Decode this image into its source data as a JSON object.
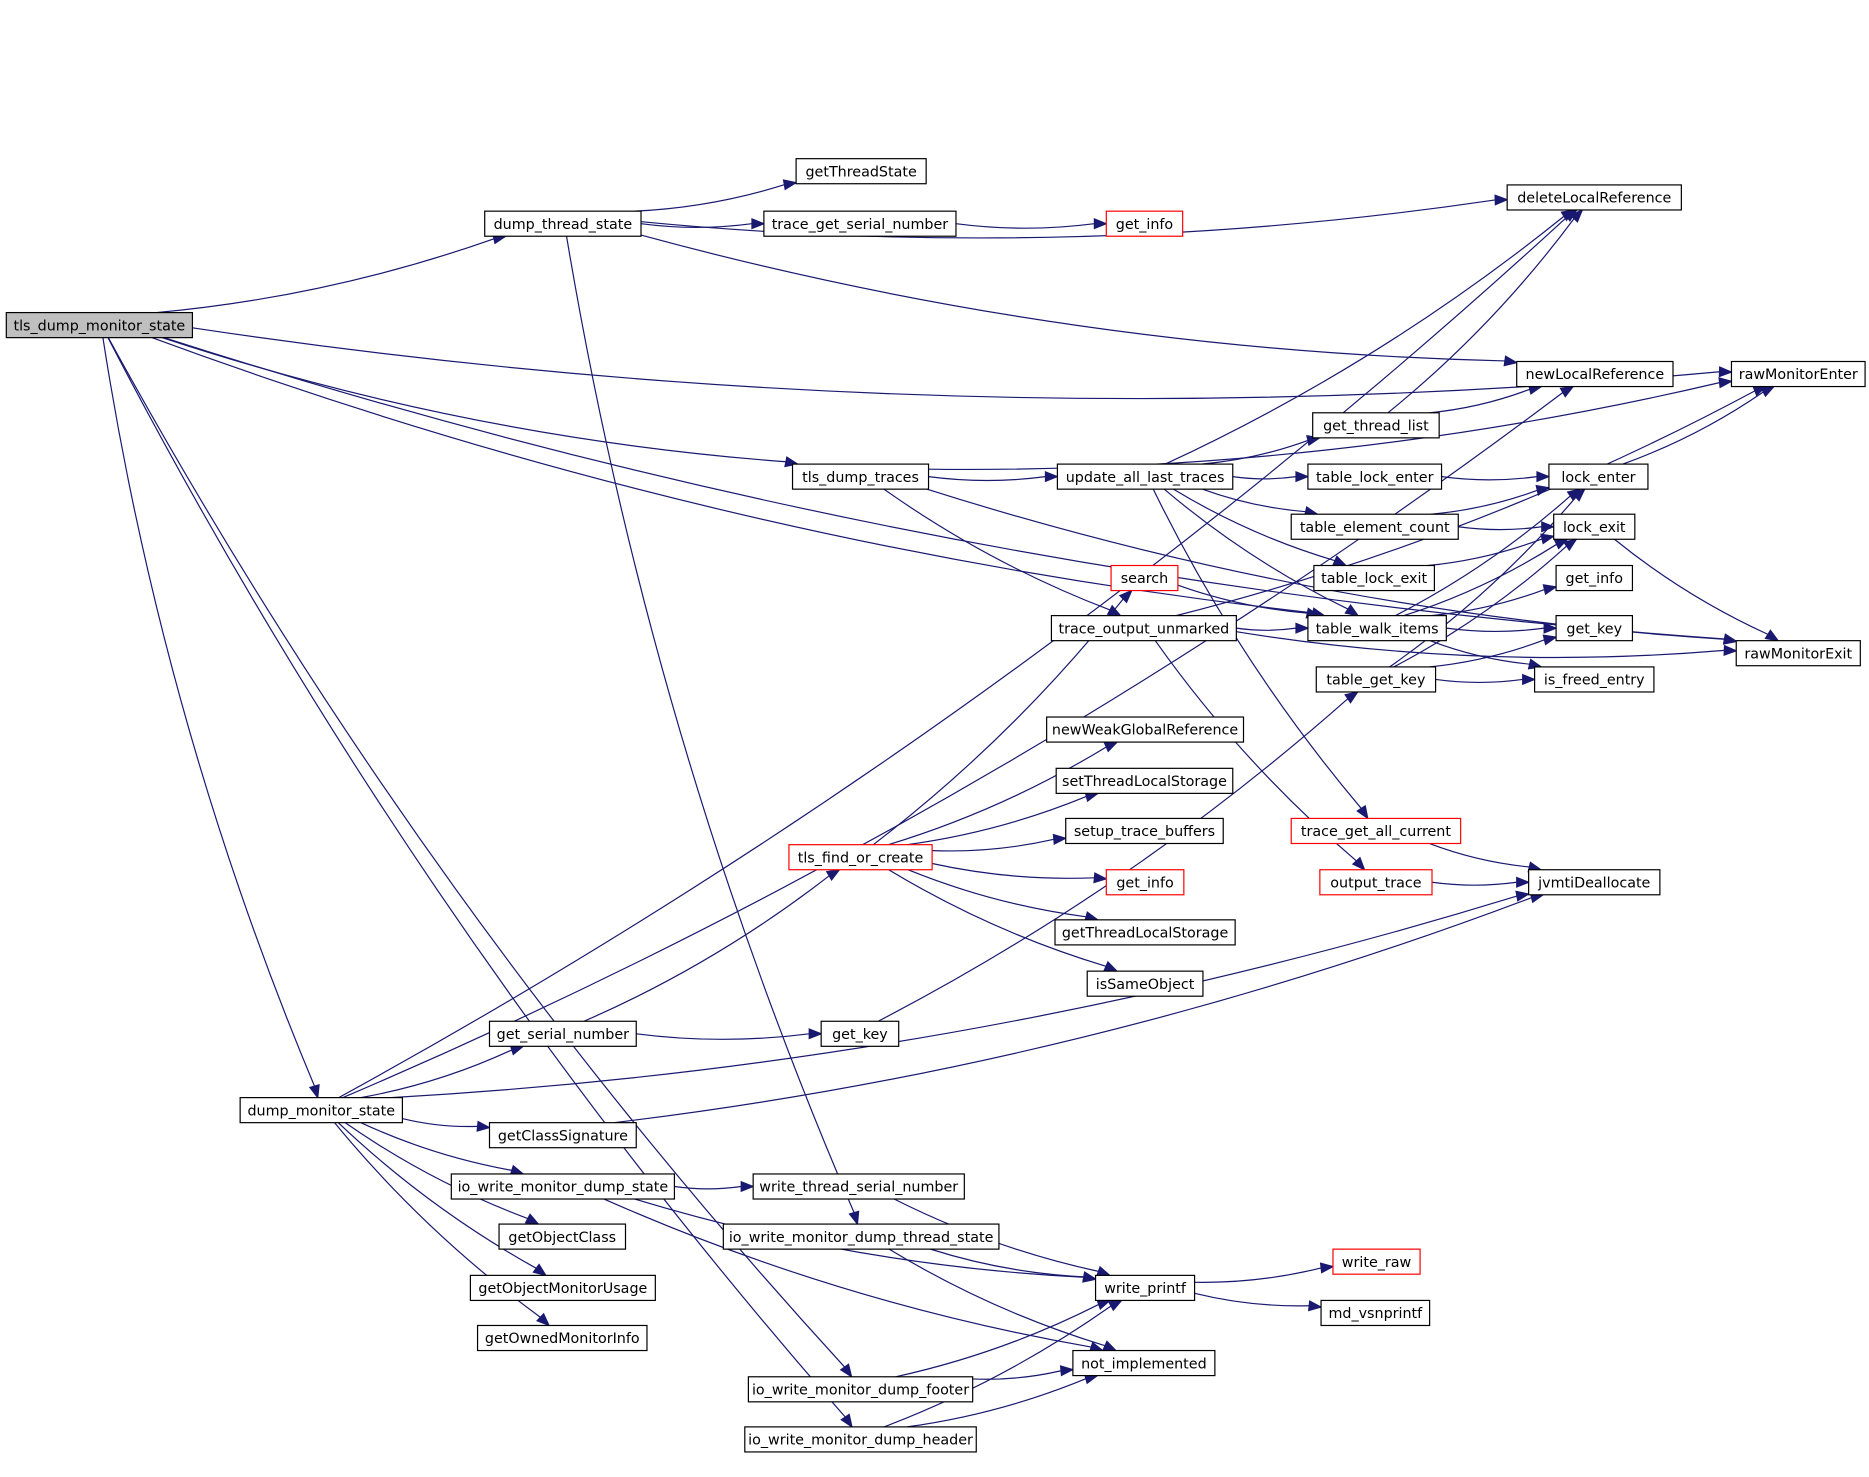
{
  "title": "tls_dump_monitor_state call graph",
  "colors": {
    "edge": "#191970",
    "root_fill": "#bfbfbf",
    "external_border": "#ff0000",
    "node_border": "#000000"
  },
  "nodes": [
    {
      "id": "tls_dump_monitor_state",
      "label": "tls_dump_monitor_state",
      "kind": "root"
    },
    {
      "id": "dump_thread_state",
      "label": "dump_thread_state",
      "kind": "normal"
    },
    {
      "id": "getThreadState",
      "label": "getThreadState",
      "kind": "normal"
    },
    {
      "id": "trace_get_serial_number",
      "label": "trace_get_serial_number",
      "kind": "normal"
    },
    {
      "id": "get_info_1",
      "label": "get_info",
      "kind": "red"
    },
    {
      "id": "deleteLocalReference",
      "label": "deleteLocalReference",
      "kind": "normal"
    },
    {
      "id": "newLocalReference",
      "label": "newLocalReference",
      "kind": "normal"
    },
    {
      "id": "rawMonitorEnter",
      "label": "rawMonitorEnter",
      "kind": "normal"
    },
    {
      "id": "get_thread_list",
      "label": "get_thread_list",
      "kind": "normal"
    },
    {
      "id": "tls_dump_traces",
      "label": "tls_dump_traces",
      "kind": "normal"
    },
    {
      "id": "update_all_last_traces",
      "label": "update_all_last_traces",
      "kind": "normal"
    },
    {
      "id": "table_lock_enter",
      "label": "table_lock_enter",
      "kind": "normal"
    },
    {
      "id": "lock_enter",
      "label": "lock_enter",
      "kind": "normal"
    },
    {
      "id": "table_element_count",
      "label": "table_element_count",
      "kind": "normal"
    },
    {
      "id": "lock_exit",
      "label": "lock_exit",
      "kind": "normal"
    },
    {
      "id": "table_lock_exit",
      "label": "table_lock_exit",
      "kind": "normal"
    },
    {
      "id": "get_info_2",
      "label": "get_info",
      "kind": "normal"
    },
    {
      "id": "search",
      "label": "search",
      "kind": "red"
    },
    {
      "id": "trace_output_unmarked",
      "label": "trace_output_unmarked",
      "kind": "normal"
    },
    {
      "id": "table_walk_items",
      "label": "table_walk_items",
      "kind": "normal"
    },
    {
      "id": "get_key_1",
      "label": "get_key",
      "kind": "normal"
    },
    {
      "id": "rawMonitorExit",
      "label": "rawMonitorExit",
      "kind": "normal"
    },
    {
      "id": "table_get_key",
      "label": "table_get_key",
      "kind": "normal"
    },
    {
      "id": "is_freed_entry",
      "label": "is_freed_entry",
      "kind": "normal"
    },
    {
      "id": "newWeakGlobalReference",
      "label": "newWeakGlobalReference",
      "kind": "normal"
    },
    {
      "id": "setThreadLocalStorage",
      "label": "setThreadLocalStorage",
      "kind": "normal"
    },
    {
      "id": "setup_trace_buffers",
      "label": "setup_trace_buffers",
      "kind": "normal"
    },
    {
      "id": "trace_get_all_current",
      "label": "trace_get_all_current",
      "kind": "red"
    },
    {
      "id": "tls_find_or_create",
      "label": "tls_find_or_create",
      "kind": "red"
    },
    {
      "id": "get_info_3",
      "label": "get_info",
      "kind": "red"
    },
    {
      "id": "output_trace",
      "label": "output_trace",
      "kind": "red"
    },
    {
      "id": "jvmtiDeallocate",
      "label": "jvmtiDeallocate",
      "kind": "normal"
    },
    {
      "id": "getThreadLocalStorage",
      "label": "getThreadLocalStorage",
      "kind": "normal"
    },
    {
      "id": "isSameObject",
      "label": "isSameObject",
      "kind": "normal"
    },
    {
      "id": "get_serial_number",
      "label": "get_serial_number",
      "kind": "normal"
    },
    {
      "id": "get_key_2",
      "label": "get_key",
      "kind": "normal"
    },
    {
      "id": "dump_monitor_state",
      "label": "dump_monitor_state",
      "kind": "normal"
    },
    {
      "id": "getClassSignature",
      "label": "getClassSignature",
      "kind": "normal"
    },
    {
      "id": "io_write_monitor_dump_state",
      "label": "io_write_monitor_dump_state",
      "kind": "normal"
    },
    {
      "id": "write_thread_serial_number",
      "label": "write_thread_serial_number",
      "kind": "normal"
    },
    {
      "id": "getObjectClass",
      "label": "getObjectClass",
      "kind": "normal"
    },
    {
      "id": "io_write_monitor_dump_thread_state",
      "label": "io_write_monitor_dump_thread_state",
      "kind": "normal"
    },
    {
      "id": "write_raw",
      "label": "write_raw",
      "kind": "red"
    },
    {
      "id": "getObjectMonitorUsage",
      "label": "getObjectMonitorUsage",
      "kind": "normal"
    },
    {
      "id": "write_printf",
      "label": "write_printf",
      "kind": "normal"
    },
    {
      "id": "md_vsnprintf",
      "label": "md_vsnprintf",
      "kind": "normal"
    },
    {
      "id": "getOwnedMonitorInfo",
      "label": "getOwnedMonitorInfo",
      "kind": "normal"
    },
    {
      "id": "not_implemented",
      "label": "not_implemented",
      "kind": "normal"
    },
    {
      "id": "io_write_monitor_dump_footer",
      "label": "io_write_monitor_dump_footer",
      "kind": "normal"
    },
    {
      "id": "io_write_monitor_dump_header",
      "label": "io_write_monitor_dump_header",
      "kind": "normal"
    }
  ],
  "edges": [
    [
      "tls_dump_monitor_state",
      "rawMonitorEnter"
    ],
    [
      "tls_dump_monitor_state",
      "rawMonitorExit"
    ],
    [
      "tls_dump_monitor_state",
      "dump_thread_state"
    ],
    [
      "tls_dump_monitor_state",
      "tls_dump_traces"
    ],
    [
      "tls_dump_monitor_state",
      "table_walk_items"
    ],
    [
      "tls_dump_monitor_state",
      "dump_monitor_state"
    ],
    [
      "tls_dump_monitor_state",
      "io_write_monitor_dump_footer"
    ],
    [
      "tls_dump_monitor_state",
      "io_write_monitor_dump_header"
    ],
    [
      "dump_thread_state",
      "deleteLocalReference"
    ],
    [
      "dump_thread_state",
      "getThreadState"
    ],
    [
      "dump_thread_state",
      "trace_get_serial_number"
    ],
    [
      "dump_thread_state",
      "newLocalReference"
    ],
    [
      "dump_thread_state",
      "io_write_monitor_dump_thread_state"
    ],
    [
      "trace_get_serial_number",
      "get_info_1"
    ],
    [
      "tls_dump_traces",
      "rawMonitorEnter"
    ],
    [
      "tls_dump_traces",
      "update_all_last_traces"
    ],
    [
      "tls_dump_traces",
      "trace_output_unmarked"
    ],
    [
      "tls_dump_traces",
      "rawMonitorExit"
    ],
    [
      "update_all_last_traces",
      "deleteLocalReference"
    ],
    [
      "update_all_last_traces",
      "get_thread_list"
    ],
    [
      "update_all_last_traces",
      "table_lock_enter"
    ],
    [
      "update_all_last_traces",
      "table_element_count"
    ],
    [
      "update_all_last_traces",
      "table_lock_exit"
    ],
    [
      "update_all_last_traces",
      "table_walk_items"
    ],
    [
      "update_all_last_traces",
      "trace_get_all_current"
    ],
    [
      "get_thread_list",
      "deleteLocalReference"
    ],
    [
      "get_thread_list",
      "newLocalReference"
    ],
    [
      "table_lock_enter",
      "lock_enter"
    ],
    [
      "table_element_count",
      "lock_enter"
    ],
    [
      "table_element_count",
      "lock_exit"
    ],
    [
      "table_lock_exit",
      "lock_exit"
    ],
    [
      "lock_enter",
      "rawMonitorEnter"
    ],
    [
      "lock_exit",
      "rawMonitorExit"
    ],
    [
      "search",
      "table_walk_items"
    ],
    [
      "trace_output_unmarked",
      "table_walk_items"
    ],
    [
      "trace_output_unmarked",
      "rawMonitorEnter"
    ],
    [
      "trace_output_unmarked",
      "rawMonitorExit"
    ],
    [
      "trace_output_unmarked",
      "output_trace"
    ],
    [
      "table_walk_items",
      "lock_enter"
    ],
    [
      "table_walk_items",
      "lock_exit"
    ],
    [
      "table_walk_items",
      "get_info_2"
    ],
    [
      "table_walk_items",
      "get_key_1"
    ],
    [
      "table_walk_items",
      "is_freed_entry"
    ],
    [
      "table_get_key",
      "lock_enter"
    ],
    [
      "table_get_key",
      "lock_exit"
    ],
    [
      "table_get_key",
      "get_key_1"
    ],
    [
      "table_get_key",
      "is_freed_entry"
    ],
    [
      "trace_get_all_current",
      "jvmtiDeallocate"
    ],
    [
      "output_trace",
      "jvmtiDeallocate"
    ],
    [
      "tls_find_or_create",
      "search"
    ],
    [
      "tls_find_or_create",
      "newWeakGlobalReference"
    ],
    [
      "tls_find_or_create",
      "setThreadLocalStorage"
    ],
    [
      "tls_find_or_create",
      "setup_trace_buffers"
    ],
    [
      "tls_find_or_create",
      "get_info_3"
    ],
    [
      "tls_find_or_create",
      "getThreadLocalStorage"
    ],
    [
      "tls_find_or_create",
      "isSameObject"
    ],
    [
      "get_serial_number",
      "tls_find_or_create"
    ],
    [
      "get_serial_number",
      "get_key_2"
    ],
    [
      "get_key_2",
      "table_get_key"
    ],
    [
      "dump_monitor_state",
      "deleteLocalReference"
    ],
    [
      "dump_monitor_state",
      "newLocalReference"
    ],
    [
      "dump_monitor_state",
      "get_serial_number"
    ],
    [
      "dump_monitor_state",
      "jvmtiDeallocate"
    ],
    [
      "dump_monitor_state",
      "getClassSignature"
    ],
    [
      "dump_monitor_state",
      "io_write_monitor_dump_state"
    ],
    [
      "dump_monitor_state",
      "getObjectClass"
    ],
    [
      "dump_monitor_state",
      "getObjectMonitorUsage"
    ],
    [
      "dump_monitor_state",
      "getOwnedMonitorInfo"
    ],
    [
      "getClassSignature",
      "jvmtiDeallocate"
    ],
    [
      "io_write_monitor_dump_state",
      "write_thread_serial_number"
    ],
    [
      "io_write_monitor_dump_state",
      "write_printf"
    ],
    [
      "io_write_monitor_dump_state",
      "not_implemented"
    ],
    [
      "write_thread_serial_number",
      "write_printf"
    ],
    [
      "io_write_monitor_dump_thread_state",
      "write_printf"
    ],
    [
      "io_write_monitor_dump_thread_state",
      "not_implemented"
    ],
    [
      "write_printf",
      "write_raw"
    ],
    [
      "write_printf",
      "md_vsnprintf"
    ],
    [
      "io_write_monitor_dump_footer",
      "write_printf"
    ],
    [
      "io_write_monitor_dump_footer",
      "not_implemented"
    ],
    [
      "io_write_monitor_dump_header",
      "write_printf"
    ],
    [
      "io_write_monitor_dump_header",
      "not_implemented"
    ]
  ]
}
